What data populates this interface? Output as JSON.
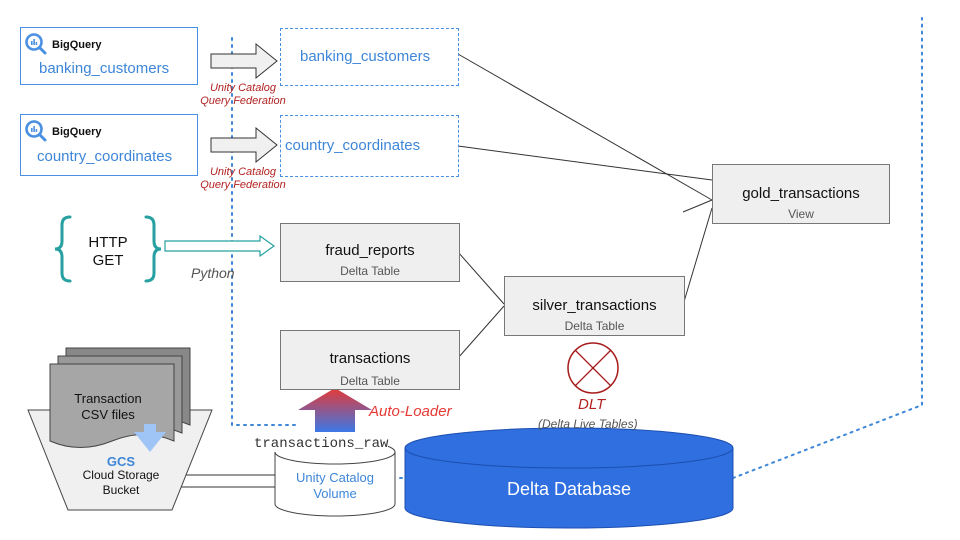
{
  "sources": {
    "bq1": {
      "product": "BigQuery",
      "table": "banking_customers"
    },
    "bq2": {
      "product": "BigQuery",
      "table": "country_coordinates"
    },
    "http": {
      "line1": "HTTP",
      "line2": "GET"
    },
    "gcs_files": {
      "line1": "Transaction",
      "line2": "CSV files"
    },
    "gcs_bucket": {
      "title": "GCS",
      "line1": "Cloud Storage",
      "line2": "Bucket"
    }
  },
  "federation": {
    "label1": {
      "line1": "Unity Catalog",
      "line2": "Query Federation"
    },
    "label2": {
      "line1": "Unity Catalog",
      "line2": "Query Federation"
    }
  },
  "foreign_tables": {
    "t1": "banking_customers",
    "t2": "country_coordinates"
  },
  "transforms": {
    "python": "Python",
    "autoloader": "Auto-Loader"
  },
  "tables": {
    "fraud_reports": {
      "name": "fraud_reports",
      "type": "Delta Table"
    },
    "transactions": {
      "name": "transactions",
      "type": "Delta Table"
    },
    "silver": {
      "name": "silver_transactions",
      "type": "Delta Table"
    },
    "gold": {
      "name": "gold_transactions",
      "type": "View"
    }
  },
  "dlt": {
    "name": "DLT",
    "full": "(Delta Live Tables)"
  },
  "volume": {
    "path": "transactions_raw",
    "line1": "Unity Catalog",
    "line2": "Volume"
  },
  "database": {
    "label": "Delta Database"
  },
  "colors": {
    "accent_blue": "#4a90e2",
    "db_blue": "#2f6fe0",
    "federation_red": "#b22222",
    "autoloader_red": "#e53935",
    "teal": "#26a0a0"
  }
}
